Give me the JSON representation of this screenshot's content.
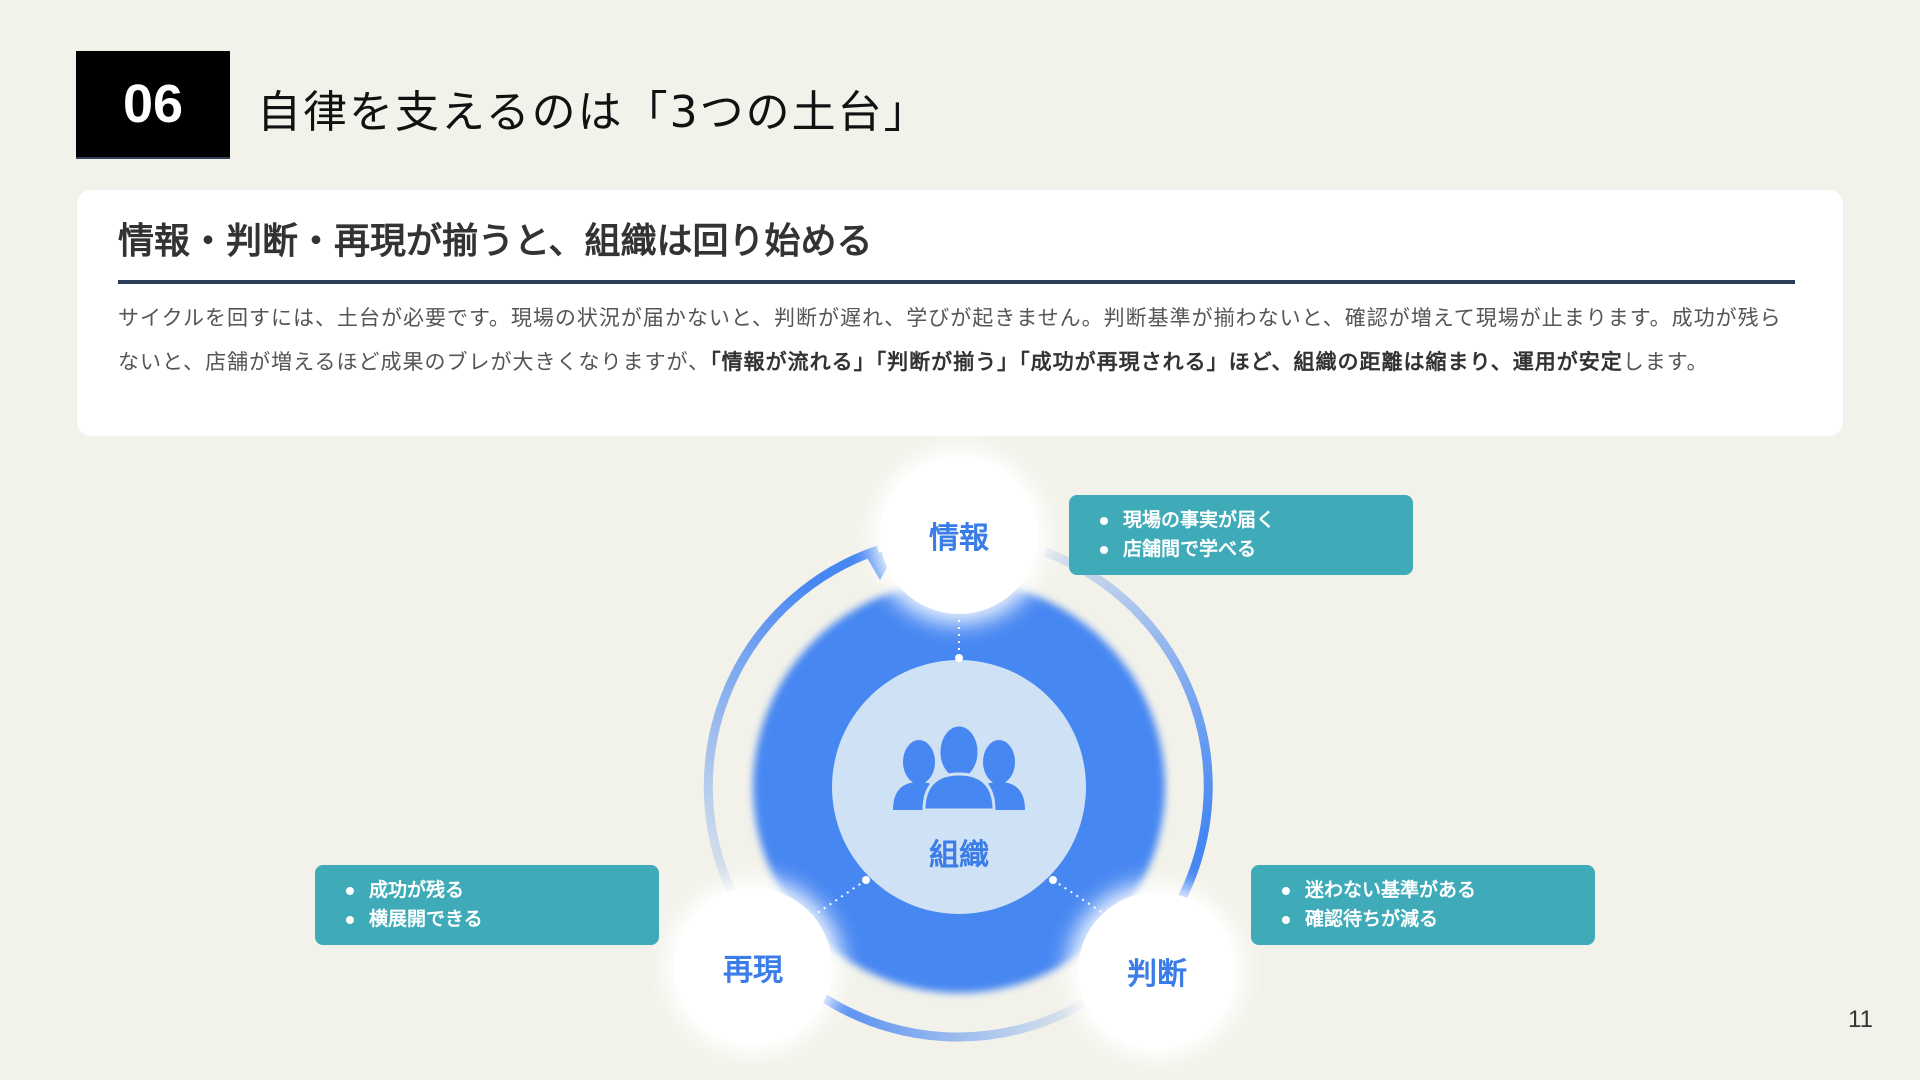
{
  "header": {
    "section_number": "06",
    "title": "自律を支えるのは「3つの土台」"
  },
  "card": {
    "heading": "情報・判断・再現が揃うと、組織は回り始める",
    "body_parts": [
      "サイクルを回すには、土台が必要です。現場の状況が届かないと、判断が遅れ、学びが起きません。判断基準が揃わないと、確認が増えて現場が止まります。成功が残らないと、店舗が増えるほど成果のブレが大きくなりますが、",
      "「情報が流れる」「判断が揃う」「成功が再現される」ほど、組織の距離は縮まり、運用が安定",
      "します。"
    ]
  },
  "diagram": {
    "center_label": "組織",
    "nodes": [
      {
        "label": "情報",
        "bullets": [
          "現場の事実が届く",
          "店舗間で学べる"
        ]
      },
      {
        "label": "判断",
        "bullets": [
          "迷わない基準がある",
          "確認待ちが減る"
        ]
      },
      {
        "label": "再現",
        "bullets": [
          "成功が残る",
          "横展開できる"
        ]
      }
    ],
    "colors": {
      "primary": "#4787f2",
      "inner": "#cfe1f4",
      "tip": "#3fabb8"
    }
  },
  "page_number": "11"
}
